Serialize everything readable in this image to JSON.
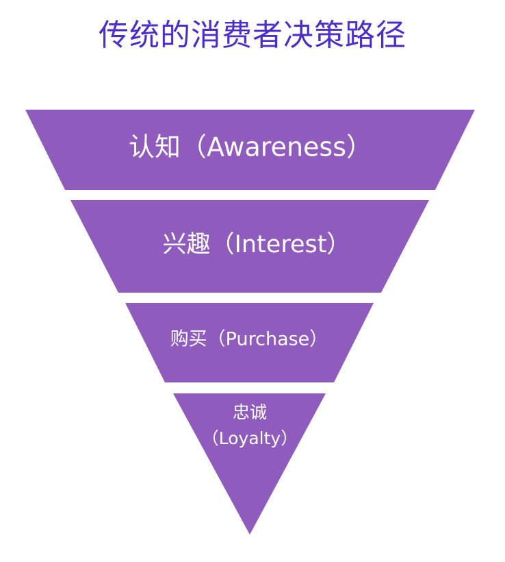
{
  "title": "传统的消费者决策路径",
  "colors": {
    "title": "#4b2fc9",
    "stage_fill": "#8f5bbd",
    "stage_text": "#ffffff",
    "background": "#ffffff"
  },
  "stages": [
    {
      "label": "认知（Awareness）"
    },
    {
      "label": "兴趣（Interest）"
    },
    {
      "label": "购买（Purchase）"
    },
    {
      "label_line1": "忠诚",
      "label_line2": "（Loyalty）"
    }
  ]
}
